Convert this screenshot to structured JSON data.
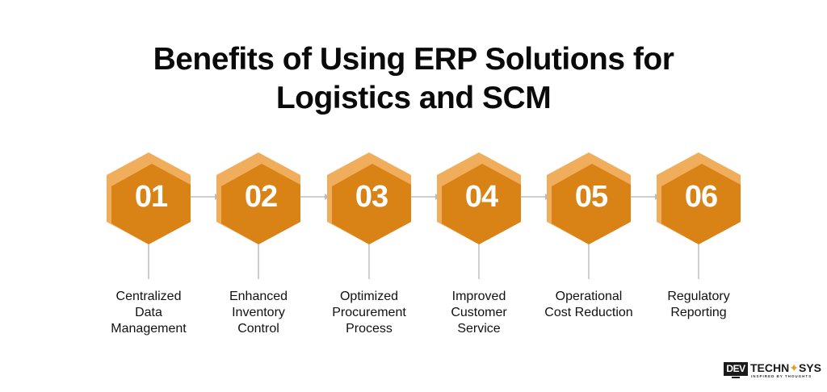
{
  "title": {
    "line1": "Benefits of Using ERP Solutions for",
    "line2": "Logistics and SCM"
  },
  "colors": {
    "hex_light": "#F0AE5C",
    "hex_dark": "#D98216",
    "connector": "#BDBDBD",
    "text": "#111111",
    "background": "#FFFFFF"
  },
  "steps": [
    {
      "number": "01",
      "label_lines": [
        "Centralized",
        "Data",
        "Management"
      ]
    },
    {
      "number": "02",
      "label_lines": [
        "Enhanced",
        "Inventory",
        "Control"
      ]
    },
    {
      "number": "03",
      "label_lines": [
        "Optimized",
        "Procurement",
        "Process"
      ]
    },
    {
      "number": "04",
      "label_lines": [
        "Improved",
        "Customer",
        "Service"
      ]
    },
    {
      "number": "05",
      "label_lines": [
        "Operational",
        "Cost Reduction"
      ]
    },
    {
      "number": "06",
      "label_lines": [
        "Regulatory",
        "Reporting"
      ]
    }
  ],
  "logo": {
    "box_text": "DEV",
    "name_part1": "TECHN",
    "name_dot": "✦",
    "name_part2": "SYS",
    "tagline": "INSPIRED BY THOUGHTS"
  }
}
